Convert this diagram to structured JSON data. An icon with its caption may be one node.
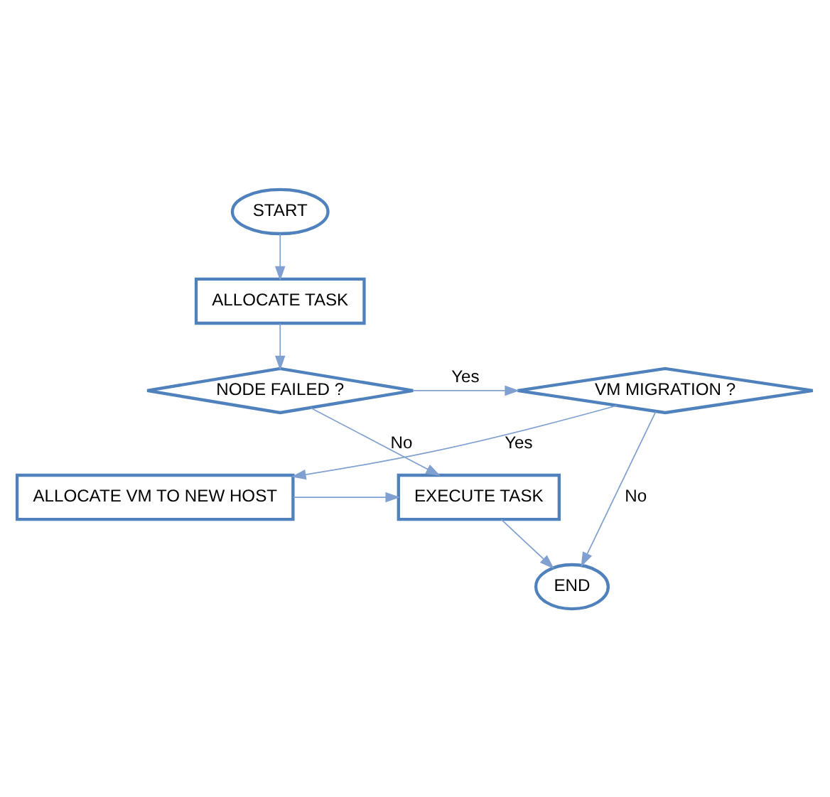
{
  "diagram": {
    "nodes": [
      {
        "text": [
          "START"
        ]
      },
      {
        "text": [
          "ALLOCATE TASK"
        ]
      },
      {
        "text": [
          "NODE FAILED ?"
        ]
      },
      {
        "text": [
          "VM MIGRATION ?"
        ]
      },
      {
        "text": [
          "ALLOCATE VM TO NEW HOST"
        ]
      },
      {
        "text": [
          "EXECUTE TASK"
        ]
      },
      {
        "text": [
          "END"
        ]
      }
    ],
    "edges": [
      {
        "from": 0,
        "to": 1,
        "arrow": "to"
      },
      {
        "from": 1,
        "to": 2,
        "arrow": "to"
      },
      {
        "from": 2,
        "to": 3,
        "arrow": "to",
        "label": "Yes"
      },
      {
        "from": 2,
        "to": 5,
        "arrow": "to",
        "label": "No"
      },
      {
        "from": 3,
        "to": 4,
        "arrow": "to",
        "label": "Yes"
      },
      {
        "from": 3,
        "to": 6,
        "arrow": "to",
        "label": "No"
      },
      {
        "from": 4,
        "to": 5,
        "arrow": "to"
      },
      {
        "from": 5,
        "to": 6,
        "arrow": "to"
      }
    ]
  }
}
